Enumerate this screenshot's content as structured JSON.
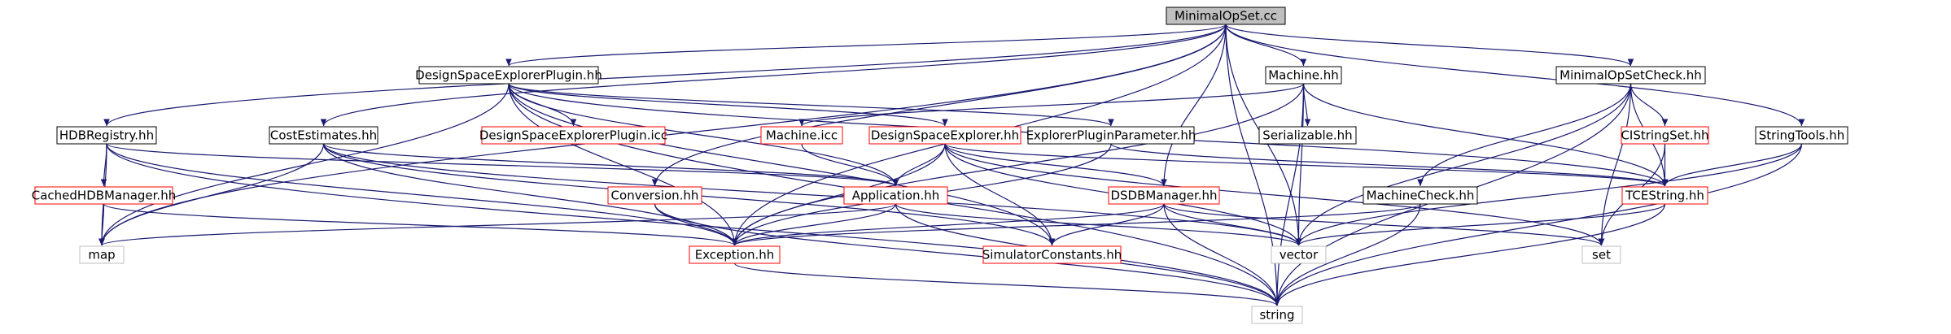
{
  "colors": {
    "edge": "#191970",
    "root_fill": "#bfbfbf",
    "border_black": "#000000",
    "border_red": "#ff0000",
    "border_gray": "#bfbfbf"
  },
  "graph": {
    "nodes": [
      {
        "id": "minimalopset_cc",
        "label": "MinimalOpSet.cc",
        "style": "root"
      },
      {
        "id": "dse_plugin_hh",
        "label": "DesignSpaceExplorerPlugin.hh",
        "style": "black"
      },
      {
        "id": "machine_hh",
        "label": "Machine.hh",
        "style": "black"
      },
      {
        "id": "minimalopsetcheck_hh",
        "label": "MinimalOpSetCheck.hh",
        "style": "black"
      },
      {
        "id": "hdbregistry_hh",
        "label": "HDBRegistry.hh",
        "style": "black"
      },
      {
        "id": "costestimates_hh",
        "label": "CostEstimates.hh",
        "style": "black"
      },
      {
        "id": "dse_plugin_icc",
        "label": "DesignSpaceExplorerPlugin.icc",
        "style": "red"
      },
      {
        "id": "machine_icc",
        "label": "Machine.icc",
        "style": "red"
      },
      {
        "id": "dse_hh",
        "label": "DesignSpaceExplorer.hh",
        "style": "red"
      },
      {
        "id": "explorerpluginparameter_hh",
        "label": "ExplorerPluginParameter.hh",
        "style": "black"
      },
      {
        "id": "serializable_hh",
        "label": "Serializable.hh",
        "style": "black"
      },
      {
        "id": "cistringset_hh",
        "label": "CIStringSet.hh",
        "style": "red"
      },
      {
        "id": "stringtools_hh",
        "label": "StringTools.hh",
        "style": "black"
      },
      {
        "id": "cachedhdbmanager_hh",
        "label": "CachedHDBManager.hh",
        "style": "red"
      },
      {
        "id": "conversion_hh",
        "label": "Conversion.hh",
        "style": "red"
      },
      {
        "id": "application_hh",
        "label": "Application.hh",
        "style": "red"
      },
      {
        "id": "dsdbmanager_hh",
        "label": "DSDBManager.hh",
        "style": "red"
      },
      {
        "id": "machinecheck_hh",
        "label": "MachineCheck.hh",
        "style": "black"
      },
      {
        "id": "tcestring_hh",
        "label": "TCEString.hh",
        "style": "red"
      },
      {
        "id": "map",
        "label": "map",
        "style": "gray"
      },
      {
        "id": "exception_hh",
        "label": "Exception.hh",
        "style": "red"
      },
      {
        "id": "simulatorconstants_hh",
        "label": "SimulatorConstants.hh",
        "style": "red"
      },
      {
        "id": "vector",
        "label": "vector",
        "style": "gray"
      },
      {
        "id": "set",
        "label": "set",
        "style": "gray"
      },
      {
        "id": "string",
        "label": "string",
        "style": "gray"
      }
    ],
    "edges": [
      [
        "minimalopset_cc",
        "dse_plugin_hh"
      ],
      [
        "minimalopset_cc",
        "machine_hh"
      ],
      [
        "minimalopset_cc",
        "minimalopsetcheck_hh"
      ],
      [
        "minimalopset_cc",
        "hdbregistry_hh"
      ],
      [
        "minimalopset_cc",
        "costestimates_hh"
      ],
      [
        "minimalopset_cc",
        "stringtools_hh"
      ],
      [
        "minimalopset_cc",
        "conversion_hh"
      ],
      [
        "minimalopset_cc",
        "dsdbmanager_hh"
      ],
      [
        "minimalopset_cc",
        "exception_hh"
      ],
      [
        "minimalopset_cc",
        "vector"
      ],
      [
        "minimalopset_cc",
        "string"
      ],
      [
        "minimalopset_cc",
        "map"
      ],
      [
        "dse_plugin_hh",
        "dse_plugin_icc"
      ],
      [
        "dse_plugin_hh",
        "dse_hh"
      ],
      [
        "dse_plugin_hh",
        "explorerpluginparameter_hh"
      ],
      [
        "dse_plugin_hh",
        "application_hh"
      ],
      [
        "dse_plugin_hh",
        "exception_hh"
      ],
      [
        "dse_plugin_hh",
        "tcestring_hh"
      ],
      [
        "dse_plugin_hh",
        "simulatorconstants_hh"
      ],
      [
        "dse_plugin_hh",
        "string"
      ],
      [
        "dse_plugin_hh",
        "map"
      ],
      [
        "machine_hh",
        "machine_icc"
      ],
      [
        "machine_hh",
        "serializable_hh"
      ],
      [
        "machine_hh",
        "exception_hh"
      ],
      [
        "machine_hh",
        "tcestring_hh"
      ],
      [
        "machine_hh",
        "vector"
      ],
      [
        "machine_hh",
        "string"
      ],
      [
        "minimalopsetcheck_hh",
        "cistringset_hh"
      ],
      [
        "minimalopsetcheck_hh",
        "machinecheck_hh"
      ],
      [
        "minimalopsetcheck_hh",
        "tcestring_hh"
      ],
      [
        "minimalopsetcheck_hh",
        "vector"
      ],
      [
        "minimalopsetcheck_hh",
        "set"
      ],
      [
        "minimalopsetcheck_hh",
        "string"
      ],
      [
        "hdbregistry_hh",
        "cachedhdbmanager_hh"
      ],
      [
        "hdbregistry_hh",
        "map"
      ],
      [
        "hdbregistry_hh",
        "exception_hh"
      ],
      [
        "hdbregistry_hh",
        "application_hh"
      ],
      [
        "hdbregistry_hh",
        "string"
      ],
      [
        "costestimates_hh",
        "application_hh"
      ],
      [
        "costestimates_hh",
        "exception_hh"
      ],
      [
        "costestimates_hh",
        "map"
      ],
      [
        "costestimates_hh",
        "vector"
      ],
      [
        "costestimates_hh",
        "simulatorconstants_hh"
      ],
      [
        "machine_icc",
        "application_hh"
      ],
      [
        "dse_hh",
        "application_hh"
      ],
      [
        "dse_hh",
        "dsdbmanager_hh"
      ],
      [
        "dse_hh",
        "exception_hh"
      ],
      [
        "dse_hh",
        "simulatorconstants_hh"
      ],
      [
        "dse_hh",
        "vector"
      ],
      [
        "dse_hh",
        "set"
      ],
      [
        "dse_hh",
        "tcestring_hh"
      ],
      [
        "explorerpluginparameter_hh",
        "exception_hh"
      ],
      [
        "explorerpluginparameter_hh",
        "tcestring_hh"
      ],
      [
        "cistringset_hh",
        "tcestring_hh"
      ],
      [
        "cistringset_hh",
        "set"
      ],
      [
        "stringtools_hh",
        "tcestring_hh"
      ],
      [
        "stringtools_hh",
        "vector"
      ],
      [
        "stringtools_hh",
        "string"
      ],
      [
        "cachedhdbmanager_hh",
        "map"
      ],
      [
        "cachedhdbmanager_hh",
        "exception_hh"
      ],
      [
        "conversion_hh",
        "exception_hh"
      ],
      [
        "conversion_hh",
        "string"
      ],
      [
        "application_hh",
        "exception_hh"
      ],
      [
        "application_hh",
        "map"
      ],
      [
        "application_hh",
        "vector"
      ],
      [
        "application_hh",
        "string"
      ],
      [
        "dsdbmanager_hh",
        "exception_hh"
      ],
      [
        "dsdbmanager_hh",
        "simulatorconstants_hh"
      ],
      [
        "dsdbmanager_hh",
        "vector"
      ],
      [
        "dsdbmanager_hh",
        "set"
      ],
      [
        "dsdbmanager_hh",
        "string"
      ],
      [
        "machinecheck_hh",
        "exception_hh"
      ],
      [
        "machinecheck_hh",
        "string"
      ],
      [
        "tcestring_hh",
        "string"
      ],
      [
        "tcestring_hh",
        "vector"
      ],
      [
        "exception_hh",
        "string"
      ]
    ]
  }
}
